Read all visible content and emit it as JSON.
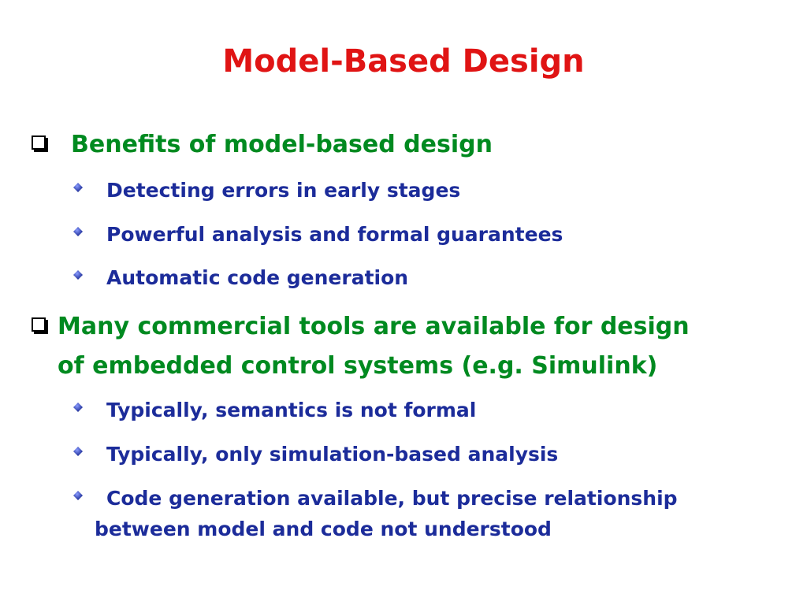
{
  "title": "Model-Based Design",
  "bullets": [
    {
      "text": "Benefits of model-based design",
      "sub": [
        "Detecting errors in early stages",
        "Powerful analysis and formal guarantees",
        "Automatic code generation"
      ]
    },
    {
      "text_line1": "Many commercial tools are available for design",
      "text_line2": "of embedded control systems (e.g. Simulink)",
      "sub": [
        "Typically, semantics is not formal",
        "Typically, only simulation-based analysis"
      ],
      "sub_last_line1": "Code generation available, but precise relationship",
      "sub_last_line2": "between model and code not understood"
    }
  ],
  "colors": {
    "title": "#e01414",
    "level1": "#008a20",
    "level2": "#1c2c9a"
  },
  "icons": {
    "level1": "checkbox-icon",
    "level2": "diamond-bullet-icon"
  }
}
